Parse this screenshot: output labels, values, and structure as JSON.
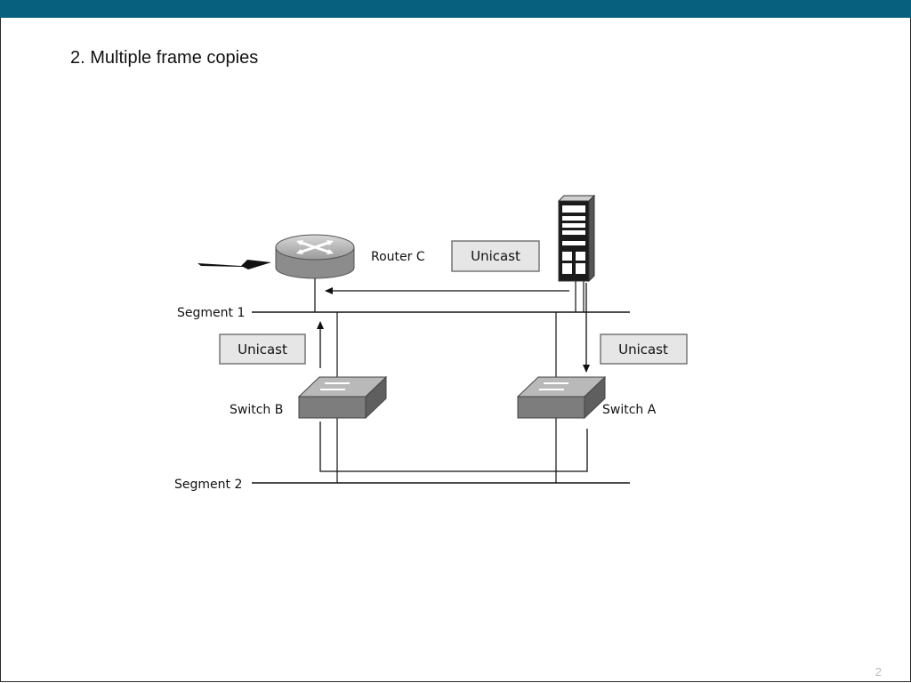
{
  "slide": {
    "title": "2. Multiple frame copies",
    "page_number": "2",
    "header_color": "#08607f"
  },
  "diagram": {
    "router_label": "Router C",
    "switch_b_label": "Switch B",
    "switch_a_label": "Switch A",
    "segment_1_label": "Segment 1",
    "segment_2_label": "Segment 2",
    "frame_label_top": "Unicast",
    "frame_label_left": "Unicast",
    "frame_label_right": "Unicast",
    "frame_box_color": "#e6e6e6",
    "device_color": "#7d7d7d"
  }
}
